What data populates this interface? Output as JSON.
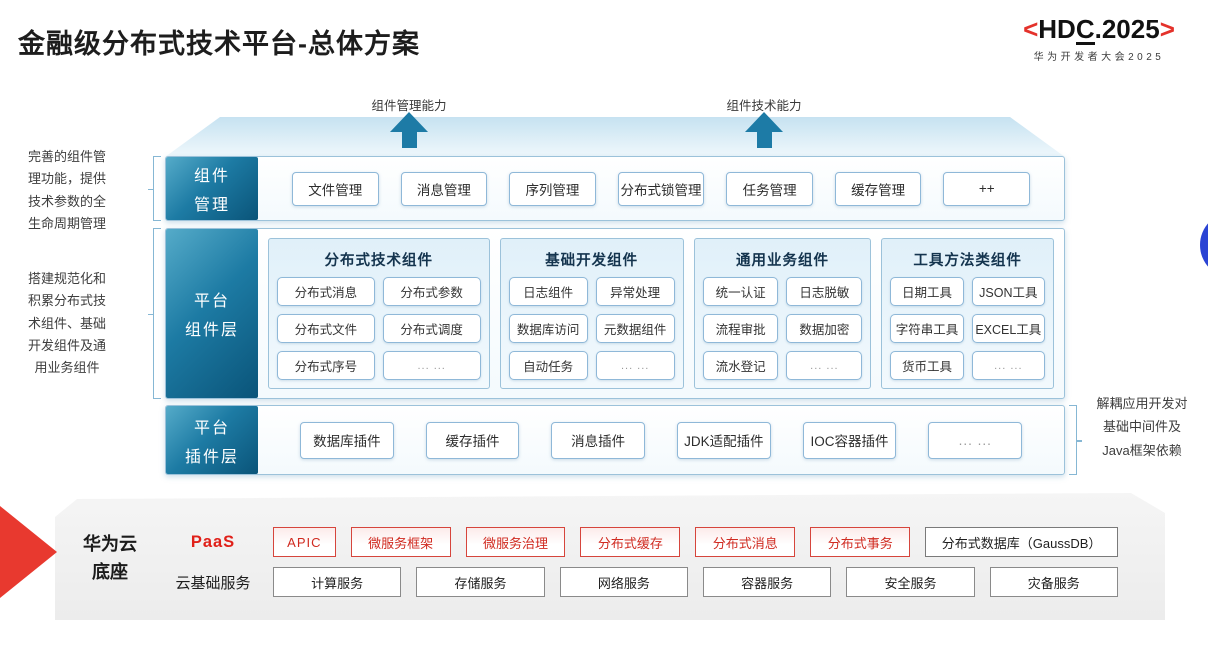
{
  "title": "金融级分布式技术平台-总体方案",
  "logo": {
    "bracket_left": "<",
    "main_pre": "HD",
    "main_underlined": "C",
    "main_post": ".2025",
    "bracket_right": ">",
    "subtitle": "华为开发者大会2025"
  },
  "arrows": [
    {
      "label": "组件管理能力"
    },
    {
      "label": "组件技术能力"
    }
  ],
  "left_notes": [
    "完善的组件管理功能，提供技术参数的全生命周期管理",
    "搭建规范化和积累分布式技术组件、基础开发组件及通用业务组件"
  ],
  "right_note": {
    "lines": [
      "解耦应用开发对",
      "基础中间件及",
      "Java框架依赖"
    ]
  },
  "rows": {
    "management": {
      "label_lines": [
        "组件",
        "管理"
      ],
      "items": [
        "文件管理",
        "消息管理",
        "序列管理",
        "分布式锁管理",
        "任务管理",
        "缓存管理",
        "++"
      ]
    },
    "components": {
      "label_lines": [
        "平台",
        "组件层"
      ],
      "groups": [
        {
          "title": "分布式技术组件",
          "items": [
            "分布式消息",
            "分布式参数",
            "分布式文件",
            "分布式调度",
            "分布式序号",
            "... ..."
          ]
        },
        {
          "title": "基础开发组件",
          "items": [
            "日志组件",
            "异常处理",
            "数据库访问",
            "元数据组件",
            "自动任务",
            "... ..."
          ]
        },
        {
          "title": "通用业务组件",
          "items": [
            "统一认证",
            "日志脱敏",
            "流程审批",
            "数据加密",
            "流水登记",
            "... ..."
          ]
        },
        {
          "title": "工具方法类组件",
          "items": [
            "日期工具",
            "JSON工具",
            "字符串工具",
            "EXCEL工具",
            "货币工具",
            "... ..."
          ]
        }
      ]
    },
    "plugins": {
      "label_lines": [
        "平台",
        "插件层"
      ],
      "items": [
        "数据库插件",
        "缓存插件",
        "消息插件",
        "JDK适配插件",
        "IOC容器插件",
        "... ..."
      ]
    }
  },
  "foundation": {
    "label_lines": [
      "华为云",
      "底座"
    ],
    "paas": {
      "label": "PaaS",
      "items": [
        "APIC",
        "微服务框架",
        "微服务治理",
        "分布式缓存",
        "分布式消息",
        "分布式事务",
        "分布式数据库（GaussDB）"
      ]
    },
    "cloud": {
      "label": "云基础服务",
      "items": [
        "计算服务",
        "存储服务",
        "网络服务",
        "容器服务",
        "安全服务",
        "灾备服务"
      ]
    }
  },
  "colors": {
    "accent_red": "#e4322b",
    "teal_label": "#0a5479",
    "arrow_teal": "#1d7ba6",
    "border_blue": "#8fb8d8",
    "panel_gray": "#ececec",
    "circle_blue": "#2b44d4"
  }
}
